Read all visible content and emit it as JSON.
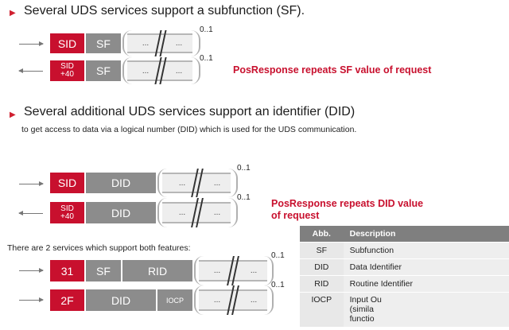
{
  "section1": {
    "heading": "Several UDS services support a subfunction (SF).",
    "row1": {
      "sid": "SID",
      "field": "SF",
      "dots1": "...",
      "dots2": "...",
      "multiplicity": "0..1"
    },
    "row2": {
      "sid_line1": "SID",
      "sid_line2": "+40",
      "field": "SF",
      "dots1": "...",
      "dots2": "...",
      "multiplicity": "0..1"
    },
    "pos_response": "PosResponse repeats SF value of request"
  },
  "section2": {
    "heading": "Several additional UDS services support an identifier (DID)",
    "subtext": "to get access to data via a logical number (DID) which is used for the UDS communication.",
    "row1": {
      "sid": "SID",
      "field": "DID",
      "dots1": "...",
      "dots2": "...",
      "multiplicity": "0..1"
    },
    "row2": {
      "sid_line1": "SID",
      "sid_line2": "+40",
      "field": "DID",
      "dots1": "...",
      "dots2": "...",
      "multiplicity": "0..1"
    },
    "pos_response_line1": "PosResponse repeats DID value",
    "pos_response_line2": "of request"
  },
  "section3": {
    "note": "There are 2 services which support both features:",
    "row1": {
      "sid": "31",
      "sf": "SF",
      "id": "RID",
      "dots1": "...",
      "dots2": "...",
      "multiplicity": "0..1"
    },
    "row2": {
      "sid": "2F",
      "id": "DID",
      "extra": "IOCP",
      "dots1": "...",
      "dots2": "...",
      "multiplicity": "0..1"
    }
  },
  "table": {
    "headers": [
      "Abb.",
      "Description"
    ],
    "rows": [
      [
        "SF",
        "Subfunction"
      ],
      [
        "DID",
        "Data Identifier"
      ],
      [
        "RID",
        "Routine Identifier"
      ],
      [
        "IOCP",
        "Input Ou"
      ]
    ],
    "iocp_line2": "(simila",
    "iocp_line3": "functio"
  },
  "colors": {
    "accent": "#c8102e",
    "field_gray": "#8c8c8c",
    "dots_bg": "#eeeeee",
    "bullet": "#d02030"
  }
}
